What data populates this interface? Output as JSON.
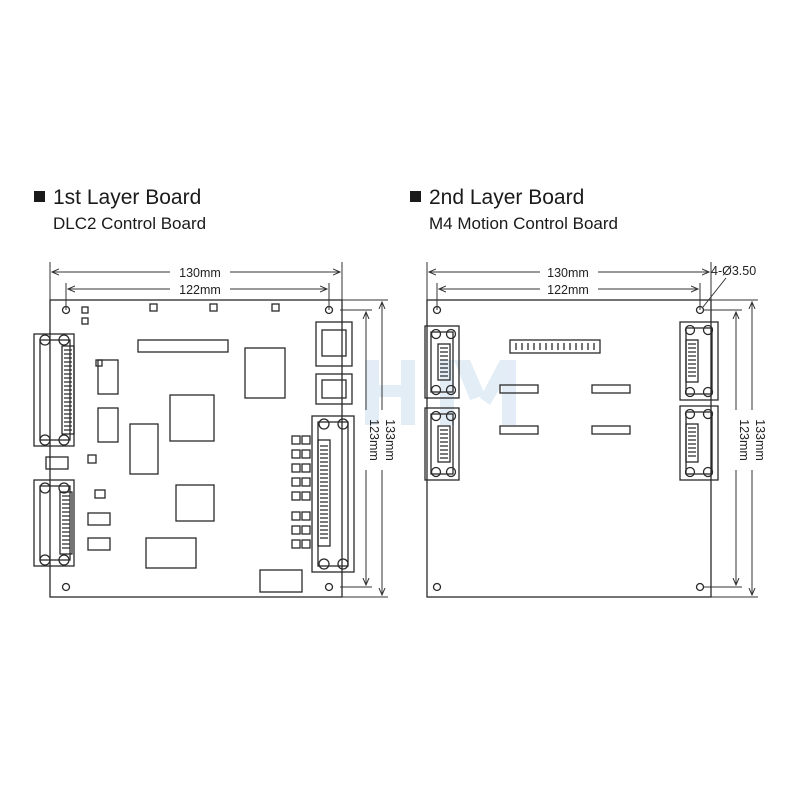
{
  "boards": [
    {
      "title": "1st Layer Board",
      "subtitle": "DLC2 Control Board",
      "dim_outer_width": "130mm",
      "dim_inner_width": "122mm",
      "dim_inner_height": "123mm",
      "dim_outer_height": "133mm"
    },
    {
      "title": "2nd Layer Board",
      "subtitle": "M4 Motion Control Board",
      "dim_outer_width": "130mm",
      "dim_inner_width": "122mm",
      "dim_inner_height": "123mm",
      "dim_outer_height": "133mm",
      "hole_callout": "4-Ø3.50"
    }
  ],
  "colors": {
    "line": "#2a2a2a",
    "watermark": "#c9dcef"
  }
}
